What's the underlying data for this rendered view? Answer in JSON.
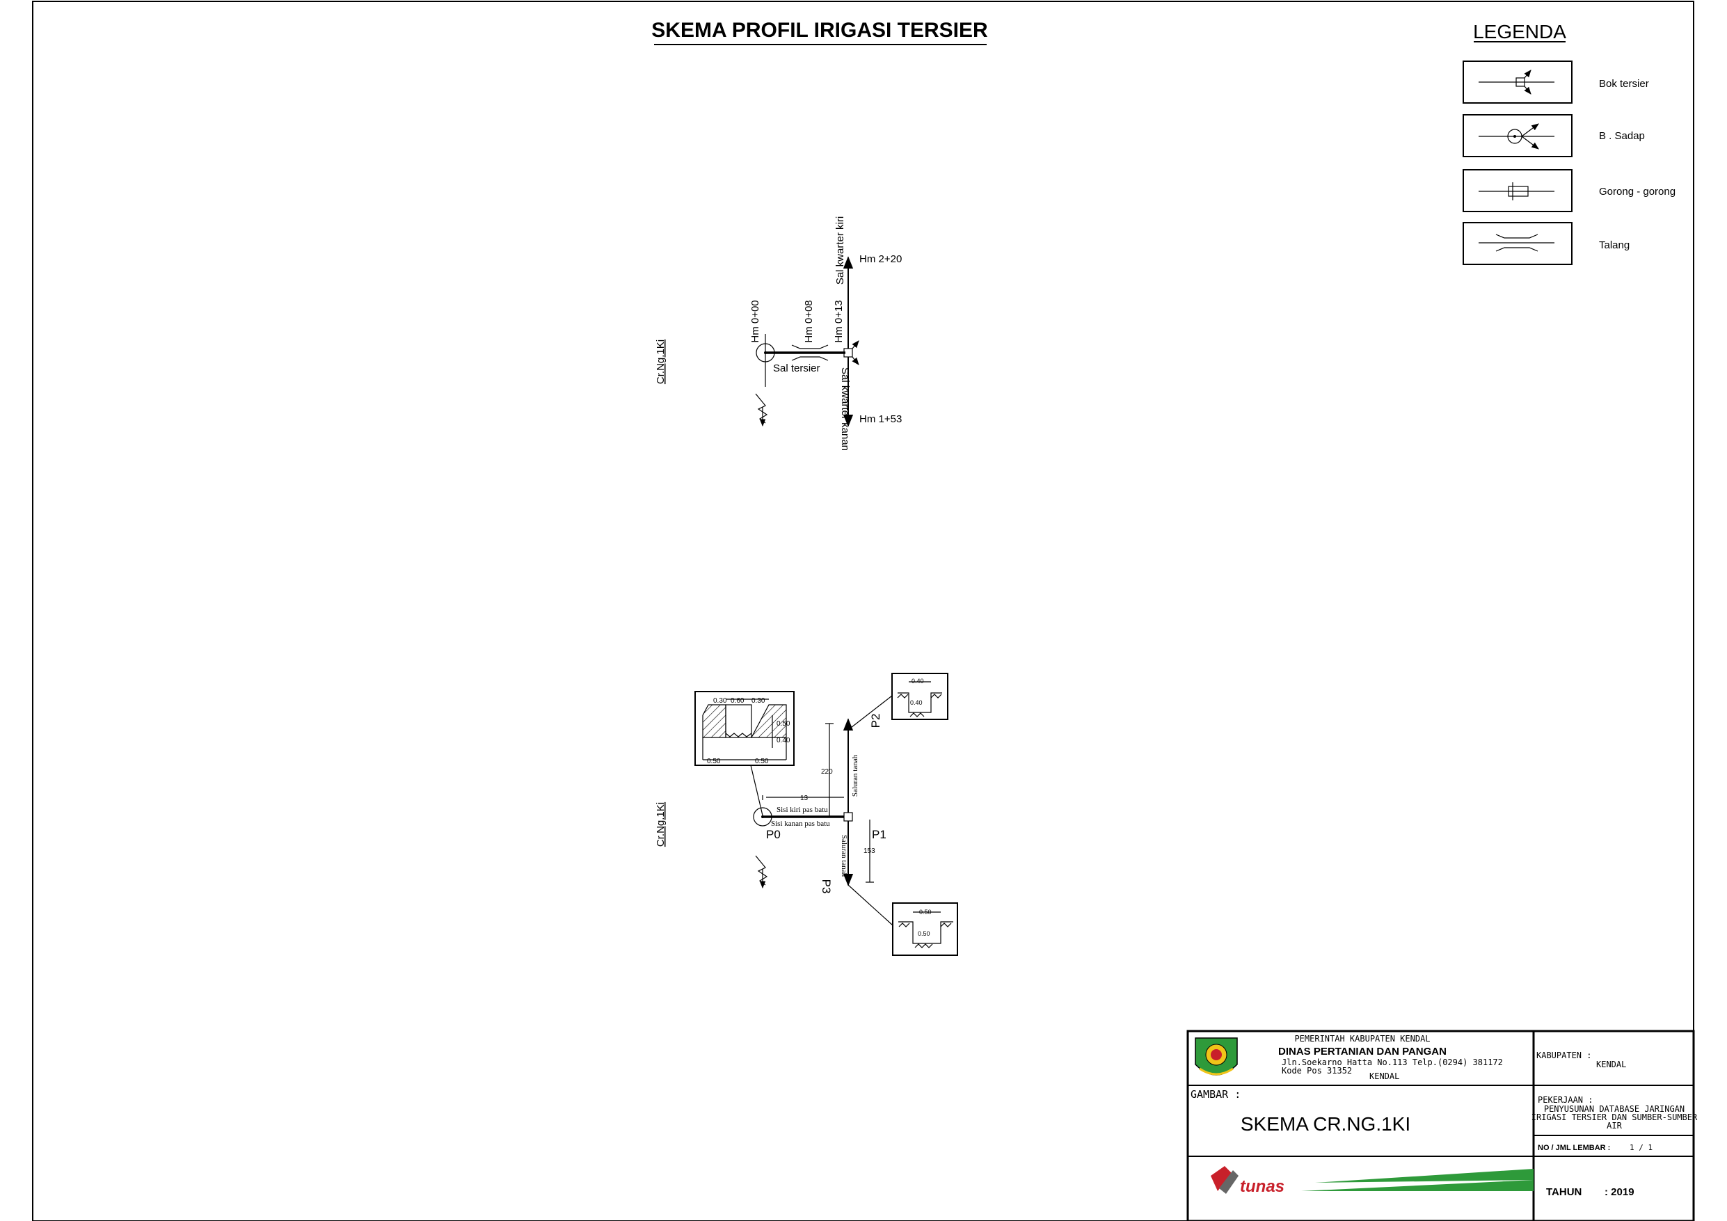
{
  "title": "SKEMA PROFIL IRIGASI TERSIER",
  "legend": {
    "heading": "LEGENDA",
    "items": [
      {
        "label": "Bok tersier",
        "icon": "bok-tersier-symbol"
      },
      {
        "label": "B . Sadap",
        "icon": "bangunan-sadap-symbol"
      },
      {
        "label": "Gorong - gorong",
        "icon": "gorong-gorong-symbol"
      },
      {
        "label": "Talang",
        "icon": "talang-symbol"
      }
    ]
  },
  "schema": {
    "side_label": "Cr.Ng.1Ki",
    "sal_tersier": "Sal tersier",
    "sal_kwarter_kiri": "Sal kwarter kiri",
    "sal_kwarter_kanan": "Sal kwarter kanan",
    "stations": [
      "Hm 0+00",
      "Hm 0+08",
      "Hm 0+13",
      "Hm 2+20",
      "Hm 1+53"
    ]
  },
  "profile": {
    "side_label": "Cr.Ng.1Ki",
    "points": [
      "P0",
      "P1",
      "P2",
      "P3"
    ],
    "lengths": [
      "13",
      "220",
      "153"
    ],
    "labels": {
      "sisi_kiri": "Sisi kiri pas batu",
      "sisi_kanan": "Sisi kanan pas batu",
      "saluran_up": "Saluran tanah",
      "saluran_down": "Saluran tanah"
    },
    "section_p0": {
      "top": [
        "0.30",
        "0.60",
        "0.30"
      ],
      "right": [
        "0.50",
        "0.40"
      ],
      "bottom": [
        "0.50",
        "0.50"
      ]
    },
    "section_p2": {
      "top": "0.40",
      "depth": "0.40"
    },
    "section_p3": {
      "top": "0.50",
      "depth": "0.50"
    }
  },
  "title_block": {
    "gov": "PEMERINTAH KABUPATEN KENDAL",
    "dept": "DINAS PERTANIAN DAN PANGAN",
    "address": "Jln.Soekarno Hatta No.113 Telp.(0294) 381172",
    "postcode": "Kode Pos 31352",
    "city": "KENDAL",
    "gambar_label": "GAMBAR :",
    "gambar_value": "SKEMA CR.NG.1KI",
    "kabupaten_label": "KABUPATEN :",
    "kabupaten_value": "KENDAL",
    "pekerjaan_label": "PEKERJAAN :",
    "pekerjaan_lines": [
      "PENYUSUNAN DATABASE JARINGAN",
      "IRIGASI TERSIER DAN SUMBER-SUMBER",
      "AIR"
    ],
    "lembar_label": "NO / JML LEMBAR :",
    "lembar_value": "1 / 1",
    "tahun_label": "TAHUN",
    "tahun_value": ": 2019",
    "company": "tunas",
    "accent_green": "#2e9a3a",
    "accent_red": "#c8202a"
  }
}
